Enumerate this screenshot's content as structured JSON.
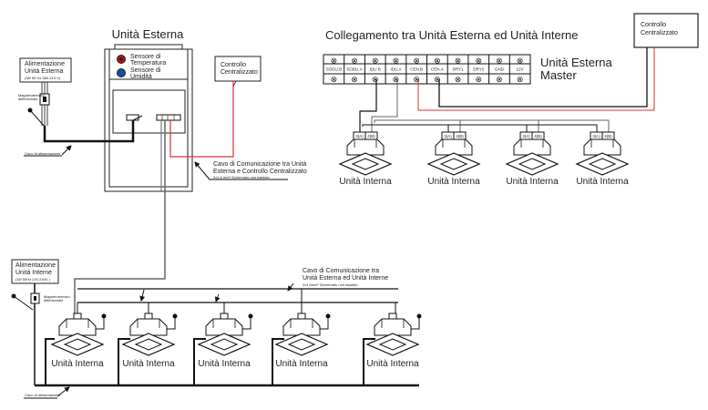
{
  "left_diagram": {
    "outdoor_unit_title": "Unità Esterna",
    "power_outdoor": {
      "line1": "Alimentazione",
      "line2": "Unità Esterna",
      "line3": "(3Ø 50 Hz 380-415 V)"
    },
    "breaker_label_1": "Magnetotermico",
    "breaker_label_1b": "differenziale",
    "power_cable_label_1": "Cavo di alimentazione",
    "sensor_temperature": {
      "line1": "Sensore di",
      "line2": "Temperatura",
      "color": "#c01010"
    },
    "sensor_humidity": {
      "line1": "Sensore di",
      "line2": "Umidità",
      "color": "#1050a0"
    },
    "central_control": {
      "line1": "Controllo",
      "line2": "Centralizzato"
    },
    "comm_cable_outdoor_central": {
      "line1": "Cavo di Comunicazione tra Unità",
      "line2": "Esterna e Controllo Centralizzato",
      "line3": "2x1,5 mm² Schermato non twistato"
    },
    "power_indoor": {
      "line1": "Alimentazione",
      "line2": "Unità Interne",
      "line3": "(1Ø 50Hz 220-240V )"
    },
    "breaker_label_2": "Magnetotermico",
    "breaker_label_2b": "differenziale",
    "comm_cable_indoor": {
      "line1": "Cavo di Comunicazione tra",
      "line2": "Unità Esterna ed Unità Interne",
      "line3": "2x1,5mm² Schermato non twistato"
    },
    "power_cable_label_2": "Cavo di alimentazione",
    "indoor_units": [
      "Unità Interna",
      "Unità Interna",
      "Unità Interna",
      "Unità Interna",
      "Unità Interna"
    ]
  },
  "right_diagram": {
    "title": "Collegamento tra Unità Esterna ed Unità Interne",
    "master_label_line1": "Unità Esterna",
    "master_label_line2": "Master",
    "terminals": [
      "SODU.B",
      "SODU.A",
      "IDU.B",
      "IDU.A",
      "CEN.B",
      "CEN.A",
      "DRY1",
      "DRY2",
      "GND",
      "12V"
    ],
    "terminal_symbol": "⊗",
    "central_control": {
      "line1": "Controllo",
      "line2": "Centralizzato"
    },
    "unit_terminal_a": "3(A)",
    "unit_terminal_b": "4(B)",
    "indoor_units": [
      "Unità Interna",
      "Unità Interna",
      "Unità Interna",
      "Unità Interna"
    ]
  },
  "colors": {
    "wire_black": "#111111",
    "wire_grey": "#666666",
    "wire_red": "#e03030"
  }
}
